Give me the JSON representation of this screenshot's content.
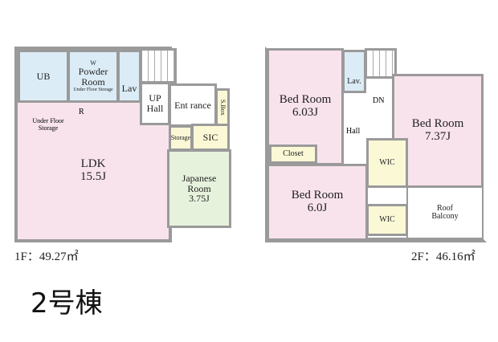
{
  "floor1": {
    "area_label": "1F：49.27㎡",
    "rooms": {
      "ub": "UB",
      "powder": "Powder Room",
      "powder_w": "W",
      "underfloor_small": "Under Floor Storage",
      "lav": "Lav",
      "up": "UP",
      "hall": "Hall",
      "entrance": "Ent rance",
      "sbox": "S.Box",
      "storage": "Storage",
      "sic": "SIC",
      "r": "R",
      "underfloor": "Under Floor Storage",
      "ldk": "LDK",
      "ldk_size": "15.5J",
      "japanese": "Japanese Room",
      "japanese_size": "3.75J"
    }
  },
  "floor2": {
    "area_label": "2F：46.16㎡",
    "rooms": {
      "bed1": "Bed Room",
      "bed1_size": "6.03J",
      "lav": "Lav.",
      "dn": "DN",
      "hall": "Hall",
      "closet": "Closet",
      "bed2": "Bed Room",
      "bed2_size": "7.37J",
      "wic1": "WIC",
      "bed3": "Bed Room",
      "bed3_size": "6.0J",
      "wic2": "WIC",
      "balcony": "Roof Balcony"
    }
  },
  "building_label": "2号棟",
  "colors": {
    "wall": "#9a9a9a",
    "bedroom": "#f8e3ec",
    "wet": "#dcecf6",
    "tatami": "#e7f2dd",
    "storage": "#fbf8d6"
  }
}
